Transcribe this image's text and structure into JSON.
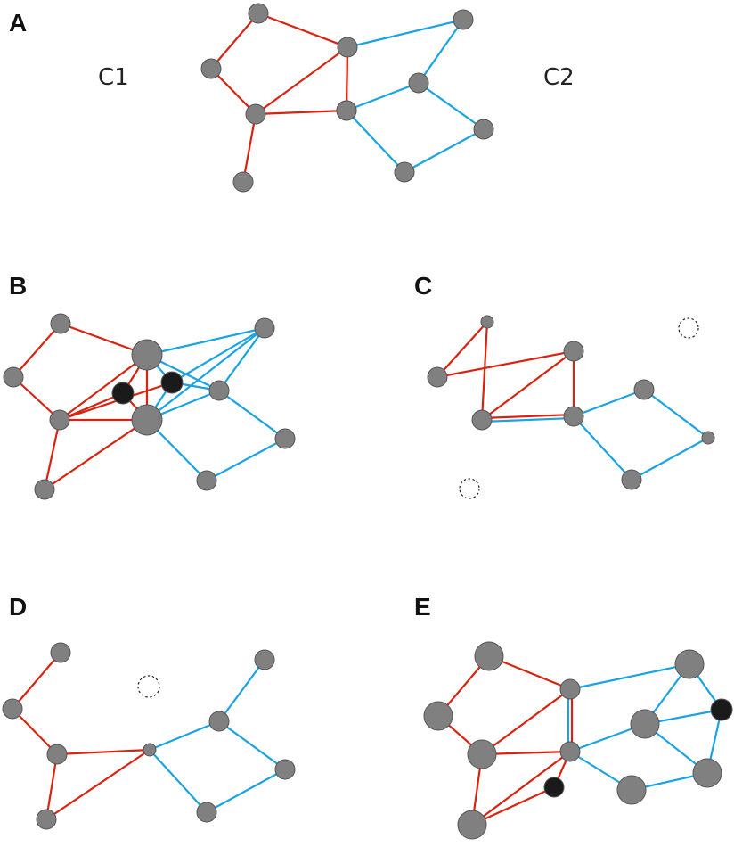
{
  "colors": {
    "red_edge": "#d9230f",
    "blue_edge": "#1aa3e3",
    "node_gray": "#808080",
    "node_dark": "#1a1a1a"
  },
  "panels": [
    {
      "id": "A",
      "label": "A",
      "cluster_labels": [
        "C1",
        "C2"
      ],
      "nodes": [
        {
          "id": "a1",
          "r": 11,
          "color": "gray"
        },
        {
          "id": "a2",
          "r": 11,
          "color": "gray"
        },
        {
          "id": "a3",
          "r": 11,
          "color": "gray"
        },
        {
          "id": "a4",
          "r": 11,
          "color": "gray"
        },
        {
          "id": "a5",
          "r": 11,
          "color": "gray"
        },
        {
          "id": "a6",
          "r": 11,
          "color": "gray"
        },
        {
          "id": "a7",
          "r": 11,
          "color": "gray"
        },
        {
          "id": "a8",
          "r": 11,
          "color": "gray"
        },
        {
          "id": "a9",
          "r": 11,
          "color": "gray"
        },
        {
          "id": "a10",
          "r": 11,
          "color": "gray"
        },
        {
          "id": "a11",
          "r": 11,
          "color": "gray"
        }
      ],
      "edges": [
        {
          "from": "a1",
          "to": "a2",
          "color": "red"
        },
        {
          "from": "a1",
          "to": "a3",
          "color": "red"
        },
        {
          "from": "a2",
          "to": "a4",
          "color": "red"
        },
        {
          "from": "a3",
          "to": "a4",
          "color": "red"
        },
        {
          "from": "a4",
          "to": "a5",
          "color": "red"
        },
        {
          "from": "a4",
          "to": "a6",
          "color": "red"
        },
        {
          "from": "a5",
          "to": "a3",
          "color": "red"
        },
        {
          "from": "a3",
          "to": "a7",
          "color": "red"
        },
        {
          "from": "a3",
          "to": "a8",
          "color": "blue"
        },
        {
          "from": "a8",
          "to": "a9",
          "color": "blue"
        },
        {
          "from": "a9",
          "to": "a5",
          "color": "blue"
        },
        {
          "from": "a5",
          "to": "a7",
          "color": "red"
        },
        {
          "from": "a5",
          "to": "a11",
          "color": "blue"
        },
        {
          "from": "a11",
          "to": "a10",
          "color": "blue"
        },
        {
          "from": "a10",
          "to": "a9",
          "color": "blue"
        }
      ]
    },
    {
      "id": "B",
      "label": "B",
      "nodes": [
        {
          "id": "b1",
          "r": 11,
          "color": "gray"
        },
        {
          "id": "b2",
          "r": 11,
          "color": "gray"
        },
        {
          "id": "b3",
          "r": 11,
          "color": "gray"
        },
        {
          "id": "b4",
          "r": 11,
          "color": "gray"
        },
        {
          "id": "b5",
          "r": 17,
          "color": "gray"
        },
        {
          "id": "b6",
          "r": 17,
          "color": "gray"
        },
        {
          "id": "b7",
          "r": 12,
          "color": "dark"
        },
        {
          "id": "b8",
          "r": 12,
          "color": "dark"
        },
        {
          "id": "b9",
          "r": 11,
          "color": "gray"
        },
        {
          "id": "b10",
          "r": 11,
          "color": "gray"
        },
        {
          "id": "b11",
          "r": 11,
          "color": "gray"
        },
        {
          "id": "b12",
          "r": 11,
          "color": "gray"
        }
      ],
      "edges": [
        {
          "from": "b1",
          "to": "b2",
          "color": "red"
        },
        {
          "from": "b1",
          "to": "b5",
          "color": "red"
        },
        {
          "from": "b2",
          "to": "b3",
          "color": "red"
        },
        {
          "from": "b3",
          "to": "b4",
          "color": "red"
        },
        {
          "from": "b3",
          "to": "b5",
          "color": "red"
        },
        {
          "from": "b3",
          "to": "b6",
          "color": "red"
        },
        {
          "from": "b3",
          "to": "b7",
          "color": "red"
        },
        {
          "from": "b3",
          "to": "b8",
          "color": "red"
        },
        {
          "from": "b4",
          "to": "b6",
          "color": "red"
        },
        {
          "from": "b5",
          "to": "b6",
          "color": "red"
        },
        {
          "from": "b5",
          "to": "b7",
          "color": "red"
        },
        {
          "from": "b6",
          "to": "b7",
          "color": "red"
        },
        {
          "from": "b5",
          "to": "b8",
          "color": "blue"
        },
        {
          "from": "b6",
          "to": "b8",
          "color": "blue"
        },
        {
          "from": "b5",
          "to": "b9",
          "color": "blue"
        },
        {
          "from": "b8",
          "to": "b9",
          "color": "blue"
        },
        {
          "from": "b6",
          "to": "b9",
          "color": "blue"
        },
        {
          "from": "b5",
          "to": "b10",
          "color": "blue"
        },
        {
          "from": "b6",
          "to": "b10",
          "color": "blue"
        },
        {
          "from": "b8",
          "to": "b10",
          "color": "blue"
        },
        {
          "from": "b9",
          "to": "b10",
          "color": "blue"
        },
        {
          "from": "b10",
          "to": "b11",
          "color": "blue"
        },
        {
          "from": "b11",
          "to": "b12",
          "color": "blue"
        },
        {
          "from": "b12",
          "to": "b6",
          "color": "blue"
        }
      ]
    },
    {
      "id": "C",
      "label": "C",
      "nodes": [
        {
          "id": "c1",
          "r": 7,
          "color": "gray"
        },
        {
          "id": "c2",
          "r": 11,
          "color": "gray"
        },
        {
          "id": "c3",
          "r": 11,
          "color": "gray"
        },
        {
          "id": "c4",
          "r": 11,
          "color": "gray"
        },
        {
          "id": "c5",
          "r": 11,
          "color": "gray"
        },
        {
          "id": "c6",
          "r": 11,
          "color": "gray"
        },
        {
          "id": "c7",
          "r": 7,
          "color": "gray"
        },
        {
          "id": "c8",
          "r": 11,
          "color": "gray"
        },
        {
          "id": "c9",
          "r": 11,
          "color": "ghost"
        },
        {
          "id": "c10",
          "r": 11,
          "color": "ghost"
        }
      ],
      "edges": [
        {
          "from": "c1",
          "to": "c2",
          "color": "red"
        },
        {
          "from": "c1",
          "to": "c4",
          "color": "red"
        },
        {
          "from": "c2",
          "to": "c3",
          "color": "red"
        },
        {
          "from": "c3",
          "to": "c4",
          "color": "red"
        },
        {
          "from": "c3",
          "to": "c5",
          "color": "red"
        },
        {
          "from": "c4",
          "to": "c5",
          "color": "red"
        },
        {
          "from": "c4",
          "to": "c5",
          "color": "blue"
        },
        {
          "from": "c5",
          "to": "c6",
          "color": "blue"
        },
        {
          "from": "c6",
          "to": "c7",
          "color": "blue"
        },
        {
          "from": "c7",
          "to": "c8",
          "color": "blue"
        },
        {
          "from": "c8",
          "to": "c5",
          "color": "blue"
        }
      ]
    },
    {
      "id": "D",
      "label": "D",
      "nodes": [
        {
          "id": "d1",
          "r": 11,
          "color": "gray"
        },
        {
          "id": "d2",
          "r": 11,
          "color": "gray"
        },
        {
          "id": "d3",
          "r": 11,
          "color": "gray"
        },
        {
          "id": "d4",
          "r": 11,
          "color": "gray"
        },
        {
          "id": "d5",
          "r": 7,
          "color": "gray"
        },
        {
          "id": "d6",
          "r": 11,
          "color": "gray"
        },
        {
          "id": "d7",
          "r": 11,
          "color": "gray"
        },
        {
          "id": "d8",
          "r": 11,
          "color": "gray"
        },
        {
          "id": "d9",
          "r": 11,
          "color": "gray"
        },
        {
          "id": "d10",
          "r": 12,
          "color": "ghost"
        }
      ],
      "edges": [
        {
          "from": "d1",
          "to": "d2",
          "color": "red"
        },
        {
          "from": "d2",
          "to": "d3",
          "color": "red"
        },
        {
          "from": "d3",
          "to": "d4",
          "color": "red"
        },
        {
          "from": "d3",
          "to": "d5",
          "color": "red"
        },
        {
          "from": "d4",
          "to": "d5",
          "color": "red"
        },
        {
          "from": "d5",
          "to": "d7",
          "color": "blue"
        },
        {
          "from": "d7",
          "to": "d6",
          "color": "blue"
        },
        {
          "from": "d7",
          "to": "d8",
          "color": "blue"
        },
        {
          "from": "d8",
          "to": "d9",
          "color": "blue"
        },
        {
          "from": "d9",
          "to": "d5",
          "color": "blue"
        }
      ]
    },
    {
      "id": "E",
      "label": "E",
      "nodes": [
        {
          "id": "e1",
          "r": 16,
          "color": "gray"
        },
        {
          "id": "e2",
          "r": 16,
          "color": "gray"
        },
        {
          "id": "e3",
          "r": 16,
          "color": "gray"
        },
        {
          "id": "e4",
          "r": 16,
          "color": "gray"
        },
        {
          "id": "e5",
          "r": 11,
          "color": "gray"
        },
        {
          "id": "e6",
          "r": 11,
          "color": "gray"
        },
        {
          "id": "e7",
          "r": 11,
          "color": "dark"
        },
        {
          "id": "e8",
          "r": 16,
          "color": "gray"
        },
        {
          "id": "e9",
          "r": 16,
          "color": "gray"
        },
        {
          "id": "e10",
          "r": 12,
          "color": "dark"
        },
        {
          "id": "e11",
          "r": 16,
          "color": "gray"
        },
        {
          "id": "e12",
          "r": 16,
          "color": "gray"
        }
      ],
      "edges": [
        {
          "from": "e1",
          "to": "e2",
          "color": "red"
        },
        {
          "from": "e1",
          "to": "e5",
          "color": "red"
        },
        {
          "from": "e2",
          "to": "e3",
          "color": "red"
        },
        {
          "from": "e3",
          "to": "e5",
          "color": "red"
        },
        {
          "from": "e3",
          "to": "e6",
          "color": "red"
        },
        {
          "from": "e3",
          "to": "e4",
          "color": "red"
        },
        {
          "from": "e4",
          "to": "e6",
          "color": "red"
        },
        {
          "from": "e4",
          "to": "e7",
          "color": "red"
        },
        {
          "from": "e6",
          "to": "e7",
          "color": "red"
        },
        {
          "from": "e5",
          "to": "e6",
          "color": "red"
        },
        {
          "from": "e5",
          "to": "e6",
          "color": "blue"
        },
        {
          "from": "e5",
          "to": "e8",
          "color": "blue"
        },
        {
          "from": "e8",
          "to": "e9",
          "color": "blue"
        },
        {
          "from": "e8",
          "to": "e10",
          "color": "blue"
        },
        {
          "from": "e9",
          "to": "e10",
          "color": "blue"
        },
        {
          "from": "e9",
          "to": "e6",
          "color": "blue"
        },
        {
          "from": "e9",
          "to": "e12",
          "color": "blue"
        },
        {
          "from": "e10",
          "to": "e12",
          "color": "blue"
        },
        {
          "from": "e12",
          "to": "e11",
          "color": "blue"
        },
        {
          "from": "e11",
          "to": "e6",
          "color": "blue"
        }
      ]
    }
  ]
}
